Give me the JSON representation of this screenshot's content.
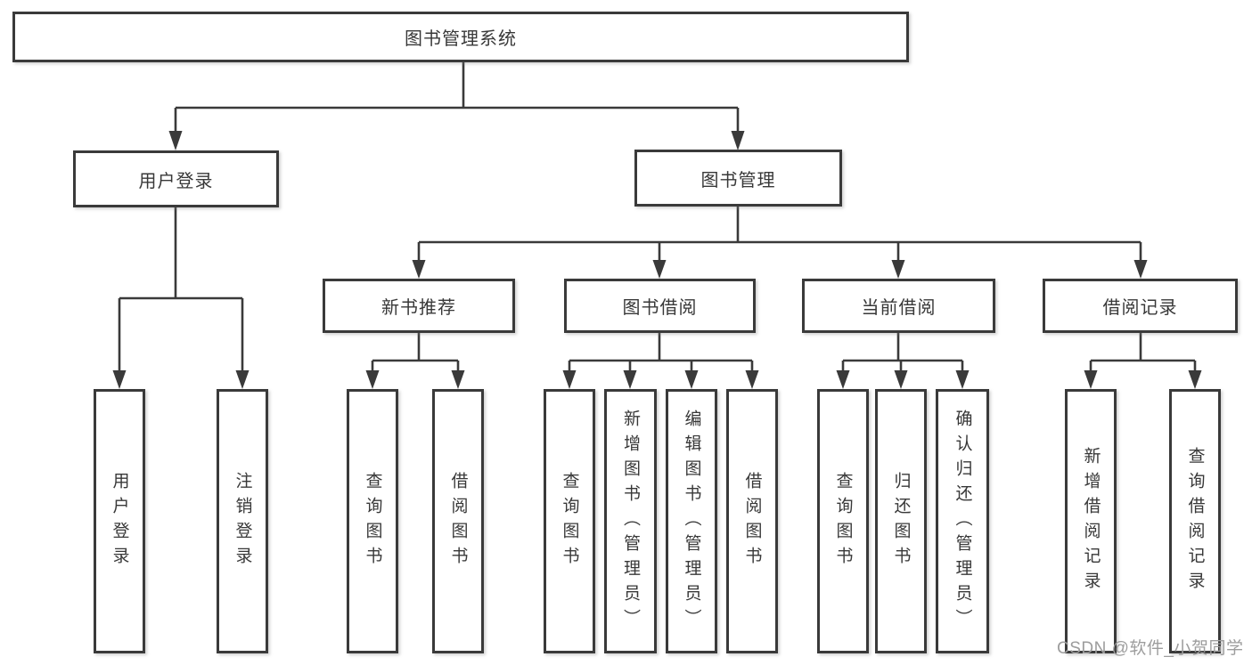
{
  "diagram": {
    "title": "图书管理系统",
    "root": {
      "label": "图书管理系统"
    },
    "level2": [
      {
        "label": "用户登录"
      },
      {
        "label": "图书管理"
      }
    ],
    "level3": [
      {
        "label": "新书推荐"
      },
      {
        "label": "图书借阅"
      },
      {
        "label": "当前借阅"
      },
      {
        "label": "借阅记录"
      }
    ],
    "leaves": [
      {
        "label": "用户登录",
        "parent": "用户登录"
      },
      {
        "label": "注销登录",
        "parent": "用户登录"
      },
      {
        "label": "查询图书",
        "parent": "新书推荐"
      },
      {
        "label": "借阅图书",
        "parent": "新书推荐"
      },
      {
        "label": "查询图书",
        "parent": "图书借阅"
      },
      {
        "label": "新增图书（管理员）",
        "parent": "图书借阅"
      },
      {
        "label": "编辑图书（管理员）",
        "parent": "图书借阅"
      },
      {
        "label": "借阅图书",
        "parent": "图书借阅"
      },
      {
        "label": "查询图书",
        "parent": "当前借阅"
      },
      {
        "label": "归还图书",
        "parent": "当前借阅"
      },
      {
        "label": "确认归还（管理员）",
        "parent": "当前借阅"
      },
      {
        "label": "新增借阅记录",
        "parent": "借阅记录"
      },
      {
        "label": "查询借阅记录",
        "parent": "借阅记录"
      }
    ]
  },
  "watermark": {
    "text": "CSDN @软件_小贺同学"
  },
  "colors": {
    "line": "#3a3a3a",
    "box_border": "#3a3a3a",
    "text": "#383838",
    "watermark": "#9d9d9d",
    "background": "#ffffff"
  }
}
